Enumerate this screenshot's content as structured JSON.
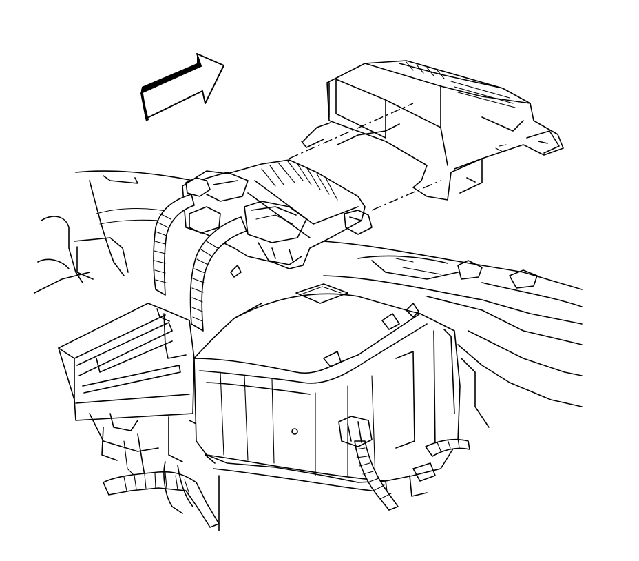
{
  "diagram": {
    "components": [
      {
        "id": "module",
        "icon": "electronic-control-module"
      },
      {
        "id": "bracket",
        "icon": "mounting-bracket"
      },
      {
        "id": "arrow",
        "icon": "forward-direction-arrow"
      }
    ],
    "colors": {
      "line": "#000000",
      "background": "#ffffff"
    }
  }
}
